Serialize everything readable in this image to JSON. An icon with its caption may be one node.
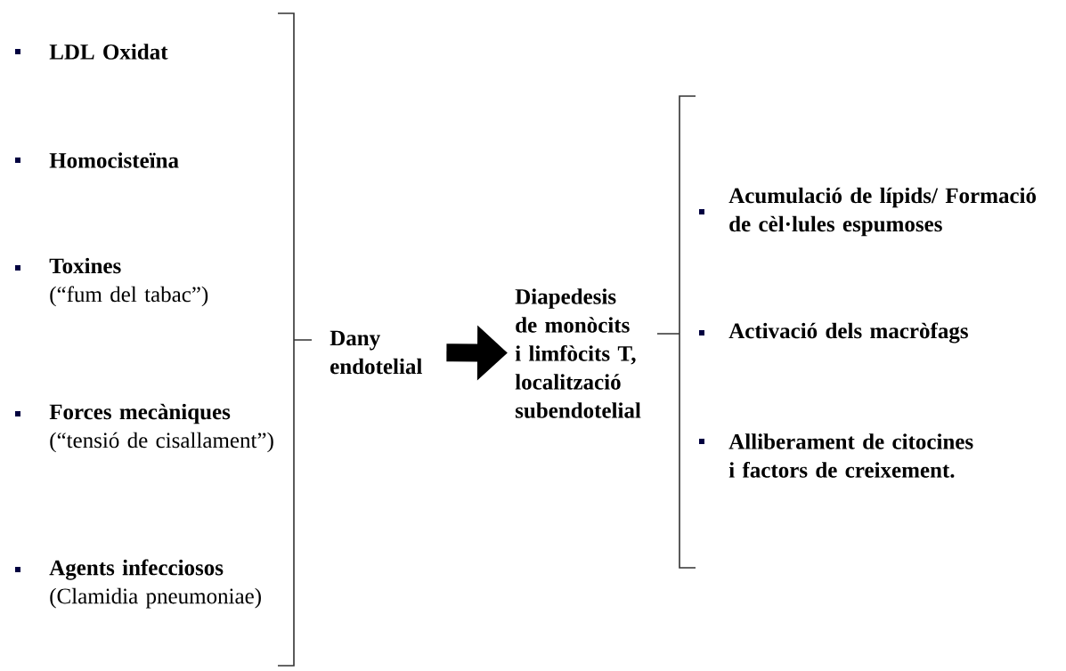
{
  "diagram": {
    "nodes": [
      {
        "text": [
          "LDL Oxidat"
        ]
      },
      {
        "text": [
          "Homocisteïna"
        ]
      },
      {
        "text": [
          "Toxines",
          "(“fum del tabac”)"
        ]
      },
      {
        "text": [
          "Forces mecàniques",
          "(“tensió de cisallament”)"
        ]
      },
      {
        "text": [
          "Agents infecciosos",
          "(Clamidia pneumoniae)"
        ]
      },
      {
        "text": [
          "Dany endotelial"
        ]
      },
      {
        "text": [
          "Diapedesis de monòcits i limfòcits T, localització subendotelial"
        ]
      },
      {
        "text": [
          "Acumulació de lípids/ Formació de cèl·lules espumoses"
        ]
      },
      {
        "text": [
          "Activació dels macròfags"
        ]
      },
      {
        "text": [
          "Alliberament de citocines i factors de creixement."
        ]
      }
    ],
    "edges": [
      {
        "from": 5,
        "to": 6,
        "arrow": "to"
      }
    ]
  }
}
